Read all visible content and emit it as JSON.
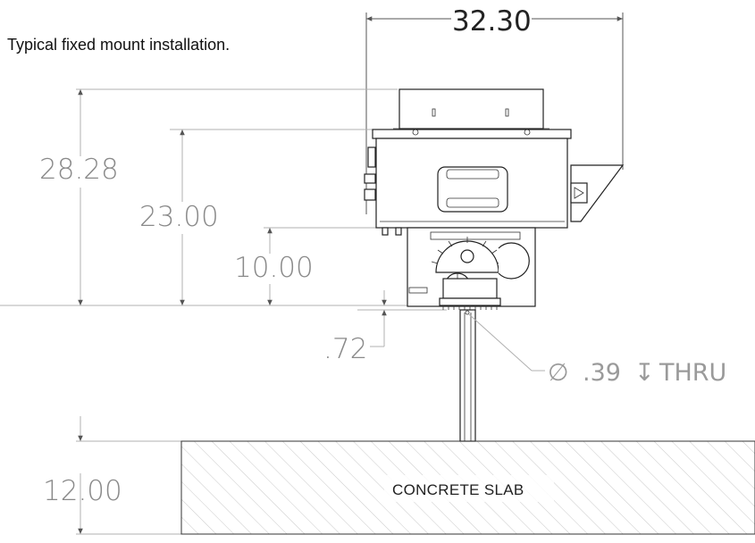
{
  "caption": "Typical fixed mount installation.",
  "dimensions": {
    "overall_width": "32.30",
    "height_overall": "28.28",
    "height_body": "23.00",
    "height_base": "10.00",
    "offset": ".72",
    "slab_thickness": "12.00"
  },
  "callout": {
    "diameter_symbol": "∅",
    "value": ".39",
    "depth_symbol": "↧",
    "suffix": "THRU"
  },
  "slab": {
    "label": "CONCRETE SLAB"
  }
}
